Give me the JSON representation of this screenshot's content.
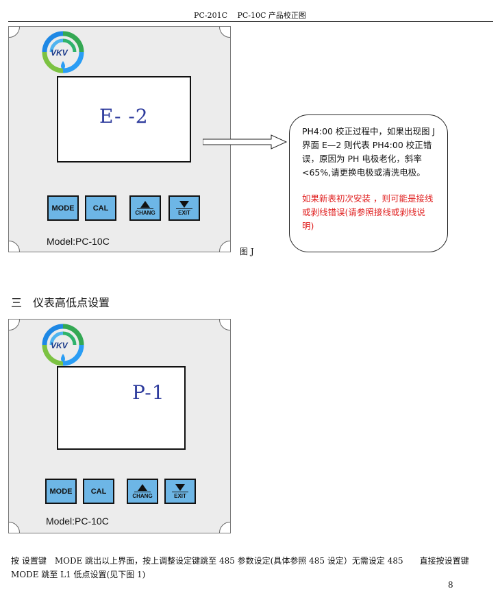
{
  "header": {
    "title": "PC-201C　 PC-10C 产品校正图"
  },
  "figure1": {
    "screen_text": "E- -2",
    "buttons": {
      "mode": "MODE",
      "cal": "CAL",
      "chang": "CHANG",
      "exit": "EXIT"
    },
    "model_label": "Model:PC-10C",
    "caption": "图 J"
  },
  "callout": {
    "text_black": "PH4:00 校正过程中，如果出现图 J 界面 E—2 则代表 PH4:00 校正错误，原因为 PH 电极老化，斜率<65%,请更换电极或清洗电极。",
    "text_red": "如果新表初次安装 ，则可能是接线或剥线错误(请参照接线或剥线说明)"
  },
  "section": {
    "title": "三　仪表高低点设置"
  },
  "figure2": {
    "screen_text": "P-1",
    "buttons": {
      "mode": "MODE",
      "cal": "CAL",
      "chang": "CHANG",
      "exit": "EXIT"
    },
    "model_label": "Model:PC-10C"
  },
  "body_text": "按 设置键　MODE 跳出以上界面，按上调整设定键跳至 485 参数设定(具体参照 485 设定）无需设定 485　　直接按设置键 MODE 跳至 L1 低点设置(见下图 1)",
  "page_number": "8",
  "colors": {
    "panel": "#ececec",
    "key": "#6db6e6",
    "screen_text": "#2c3a9c",
    "warning": "#e02020"
  }
}
